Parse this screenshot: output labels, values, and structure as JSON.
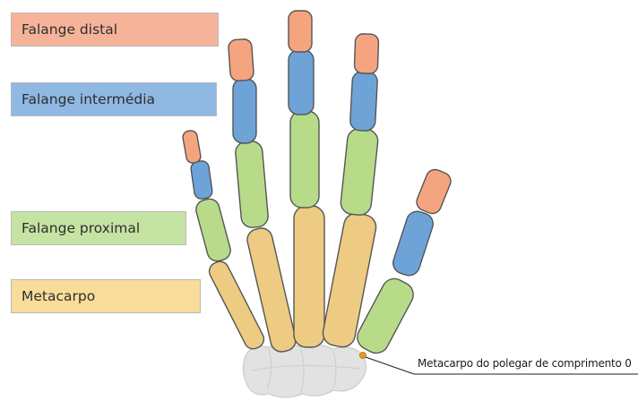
{
  "labels": {
    "distal": "Falange distal",
    "intermediate": "Falange intermédia",
    "proximal": "Falange proximal",
    "metacarpal": "Metacarpo"
  },
  "annotation": "Metacarpo do polegar de comprimento 0",
  "colors": {
    "distal_fill": "#f4a57f",
    "distal_box": "#f5b49a",
    "intermediate_fill": "#6ea3d8",
    "intermediate_box": "#8fb8e2",
    "proximal_fill": "#b8db8a",
    "proximal_box": "#c5e3a3",
    "metacarpal_fill": "#edcb83",
    "metacarpal_box": "#f7dd99",
    "carpal_fill": "#e2e2e2",
    "outline": "#555555",
    "marker": "#e0a01e"
  }
}
